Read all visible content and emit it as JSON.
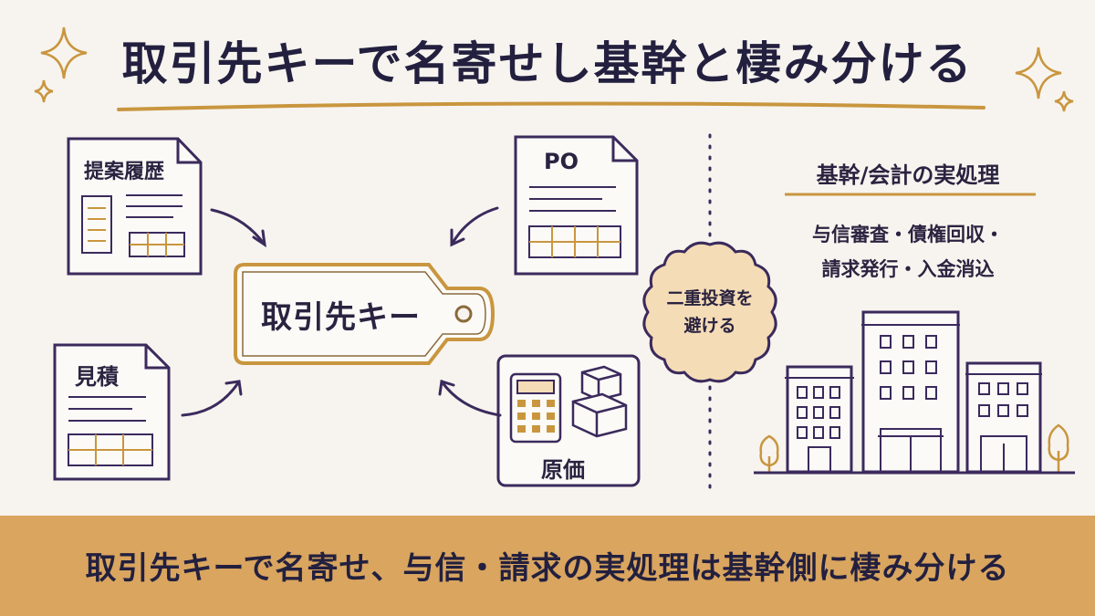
{
  "title": "取引先キーで名寄せし基幹と棲み分ける",
  "key_tag": {
    "label": "取引先キー"
  },
  "documents": {
    "proposal": "提案履歴",
    "po": "PO",
    "estimate": "見積",
    "cost": "原価"
  },
  "badge": {
    "line1": "二重投資を",
    "line2": "避ける"
  },
  "right_panel": {
    "heading": "基幹/会計の実処理",
    "line1": "与信審査・債権回収・",
    "line2": "請求発行・入金消込"
  },
  "footer": {
    "text": "取引先キーで名寄せ、与信・請求の実処理は基幹側に棲み分ける"
  },
  "colors": {
    "background": "#f7f4ef",
    "ink": "#3b2a5c",
    "accent": "#c9963f",
    "footer": "#d9a55f",
    "badge": "#f4dcb6"
  },
  "icons": [
    "sparkle-icon",
    "document-icon",
    "tag-icon",
    "calculator-icon",
    "boxes-icon",
    "buildings-icon",
    "tree-icon",
    "arrow-icon"
  ]
}
